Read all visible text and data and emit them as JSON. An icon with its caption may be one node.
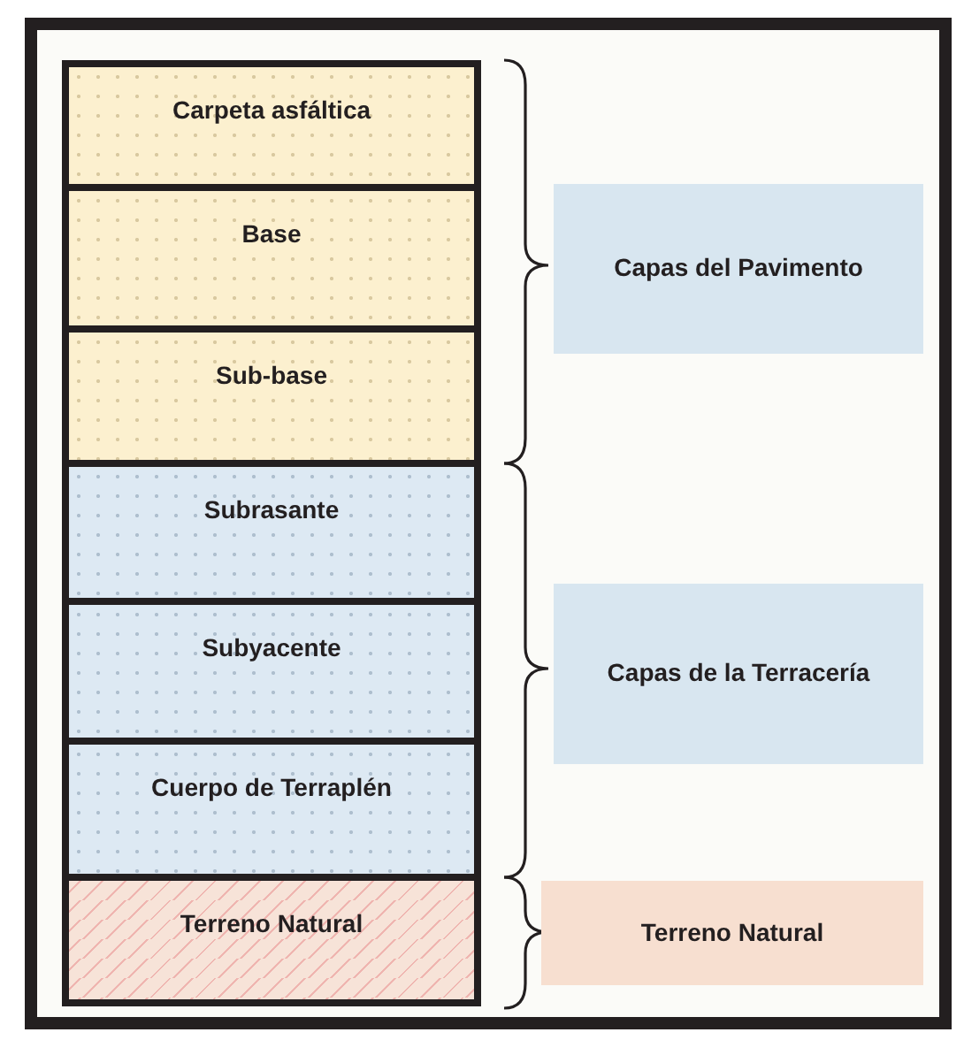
{
  "diagram": {
    "nodes": [
      {
        "text": [
          "Carpeta asfáltica"
        ]
      },
      {
        "text": [
          "Base"
        ]
      },
      {
        "text": [
          "Sub-base"
        ]
      },
      {
        "text": [
          "Subrasante"
        ]
      },
      {
        "text": [
          "Subyacente"
        ]
      },
      {
        "text": [
          "Cuerpo de Terraplén"
        ]
      },
      {
        "text": [
          "Terreno Natural"
        ]
      },
      {
        "text": [
          "Capas del Pavimento"
        ]
      },
      {
        "text": [
          "Capas de la Terracería"
        ]
      },
      {
        "text": [
          "Terreno Natural"
        ]
      }
    ]
  }
}
